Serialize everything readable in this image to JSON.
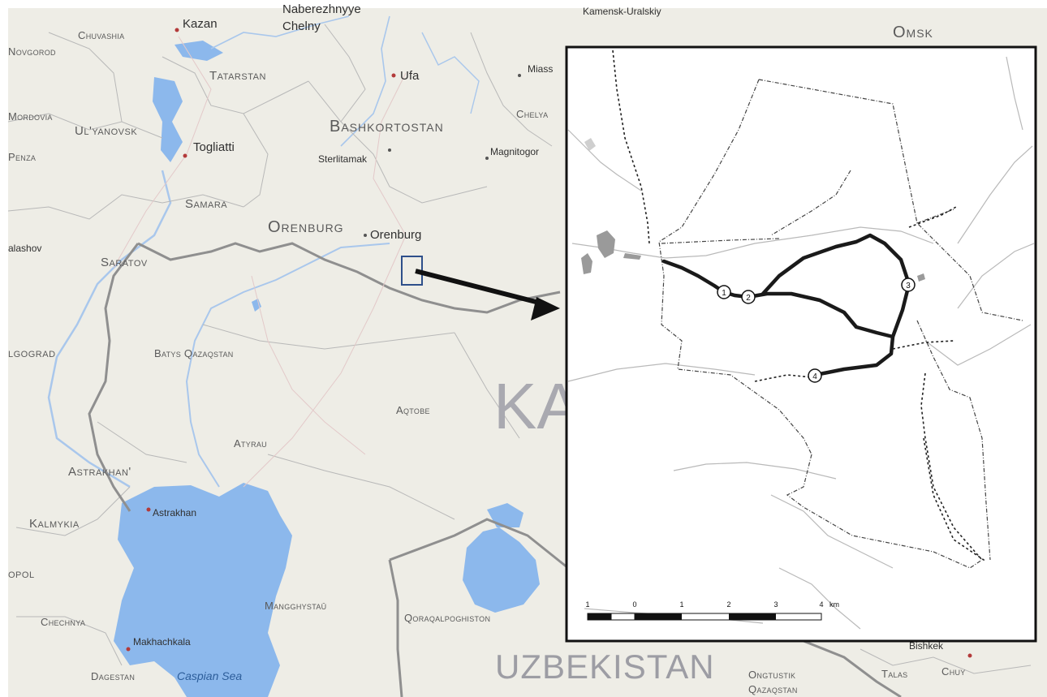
{
  "map": {
    "cities": {
      "kazan": "Kazan",
      "chelny_top": "Naberezhnyye",
      "chelny": "Chelny",
      "ufa": "Ufa",
      "miass": "Miass",
      "togliatti": "Togliatti",
      "sterlitamak": "Sterlitamak",
      "magnitogorsk": "Magnitogor",
      "orenburg": "Orenburg",
      "balashov": "alashov",
      "astrakhan": "Astrakhan",
      "makhachkala": "Makhachkala",
      "kamensk": "Kamensk-Uralskiy",
      "bishkek": "Bishkek"
    },
    "regions": {
      "chuvashia": "Chuvashia",
      "novgorod": "Novgorod",
      "tatarstan": "Tatarstan",
      "bashkortostan": "Bashkortostan",
      "mordovia": "Mordovia",
      "ulyanovsk": "Ul'yanovsk",
      "penza": "Penza",
      "samara": "Samara",
      "orenburg_region": "Orenburg",
      "saratov": "Saratov",
      "volgograd": "lgograd",
      "batys": "Batys Qazaqstan",
      "aqtobe": "Aqtobe",
      "atyrau": "Atyrau",
      "astrakhan_region": "Astrakhan'",
      "kalmykia": "Kalmykia",
      "stavropol": "opol",
      "mangghystau": "Mangghystaū",
      "chechnya": "Chechnya",
      "dagestan": "Dagestan",
      "qoraqalpoghiston": "Qoraqalpoghiston",
      "chelyabinsk": "Chelya",
      "omsk": "Omsk",
      "ongtustik1": "Ongtustik",
      "ongtustik2": "Qazaqstan",
      "talas": "Talas",
      "chuy": "Chuy"
    },
    "countries": {
      "kazakhstan": "KA",
      "uzbekistan": "UZBEKISTAN"
    },
    "water": {
      "caspian": "Caspian Sea"
    }
  },
  "inset": {
    "points": [
      "1",
      "2",
      "3",
      "4"
    ],
    "scale_ticks": [
      "1",
      "0",
      "1",
      "2",
      "3",
      "4"
    ],
    "scale_unit": "km"
  },
  "colors": {
    "land": "#eeede6",
    "water": "#8cb8ec",
    "border": "#9a9a9a",
    "inset_frame": "#111111",
    "route": "#1a1a1a"
  }
}
